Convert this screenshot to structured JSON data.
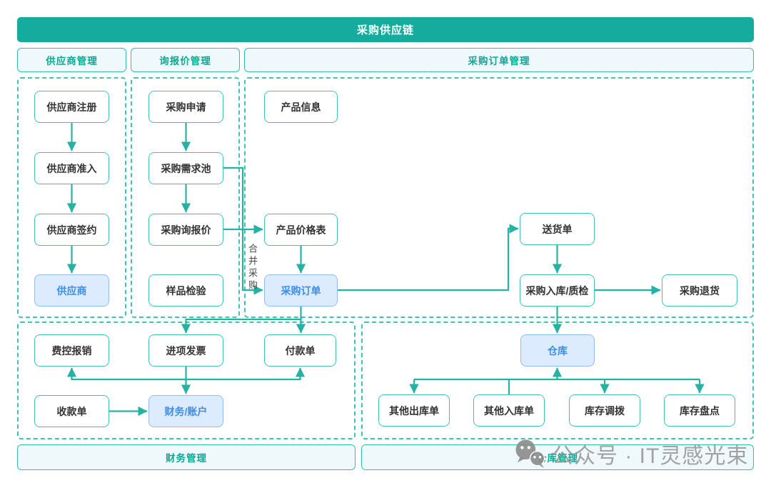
{
  "banner": {
    "title": "采购供应链"
  },
  "section_headers": {
    "supplier": "供应商管理",
    "inquiry": "询报价管理",
    "purchase_order": "采购订单管理"
  },
  "bottom_banners": {
    "finance": "财务管理",
    "warehouse": "仓库管理"
  },
  "nodes": {
    "supplier_register": {
      "label": "供应商注册"
    },
    "supplier_access": {
      "label": "供应商准入"
    },
    "supplier_sign": {
      "label": "供应商签约"
    },
    "supplier": {
      "label": "供应商"
    },
    "purchase_request": {
      "label": "采购申请"
    },
    "demand_pool": {
      "label": "采购需求池"
    },
    "rfq": {
      "label": "采购询报价"
    },
    "sample_inspection": {
      "label": "样品检验"
    },
    "product_info": {
      "label": "产品信息"
    },
    "price_list": {
      "label": "产品价格表"
    },
    "purchase_order": {
      "label": "采购订单"
    },
    "delivery_note": {
      "label": "送货单"
    },
    "inbound_qc": {
      "label": "采购入库/质检"
    },
    "purchase_return": {
      "label": "采购退货"
    },
    "expense_reimburse": {
      "label": "费控报销"
    },
    "input_invoice": {
      "label": "进项发票"
    },
    "payment_order": {
      "label": "付款单"
    },
    "receipt_order": {
      "label": "收款单"
    },
    "finance_account": {
      "label": "财务/账户"
    },
    "warehouse": {
      "label": "仓库"
    },
    "other_outbound": {
      "label": "其他出库单"
    },
    "other_inbound": {
      "label": "其他入库单"
    },
    "stock_transfer": {
      "label": "库存调拨"
    },
    "stock_count": {
      "label": "库存盘点"
    }
  },
  "edge_labels": {
    "merge_purchase": "合并采购"
  },
  "watermark": {
    "icon": "wechat-icon",
    "text": "公众号 · IT灵感光束"
  },
  "colors": {
    "teal_banner": "#16AC9D",
    "teal_border": "#3EC3B5",
    "teal_text": "#0FA893",
    "header_fill": "#EFF8FB",
    "node_text": "#333333",
    "blue_fill": "#DCEBFD",
    "blue_border": "#8FBCF2",
    "blue_text": "#3D8EE9",
    "arrow": "#26B2A3",
    "watermark_gray": "#8F8F8F"
  }
}
